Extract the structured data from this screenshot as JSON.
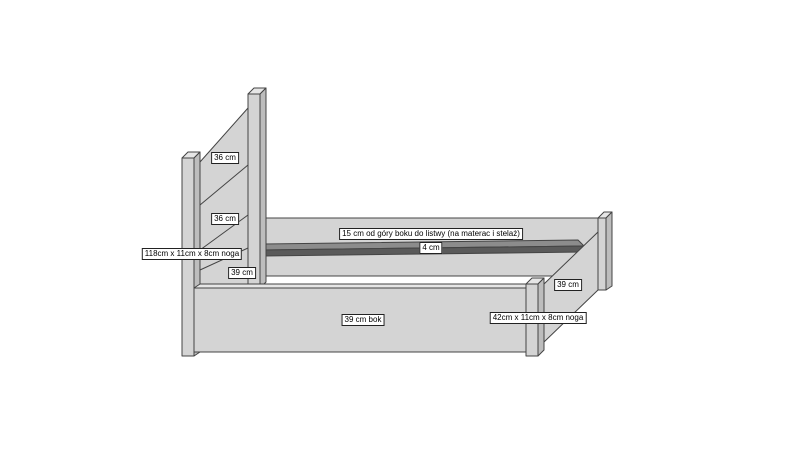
{
  "colors": {
    "panel": "#d4d4d4",
    "panel_dark": "#bdbdbd",
    "panel_top": "#e6e6e6",
    "edge": "#444444",
    "slat": "#6b6b6b",
    "label_bg": "#ffffff"
  },
  "labels": {
    "headboard_upper": "36 cm",
    "headboard_middle": "36 cm",
    "headboard_leg": "118cm x 11cm x 8cm noga",
    "headboard_lower": "39 cm",
    "rail_note": "15 cm od góry boku do listwy (na materac i stelaż)",
    "rail_width": "4 cm",
    "side_panel": "39 cm bok",
    "foot_height": "39 cm",
    "foot_leg": "42cm x 11cm x 8cm noga"
  }
}
